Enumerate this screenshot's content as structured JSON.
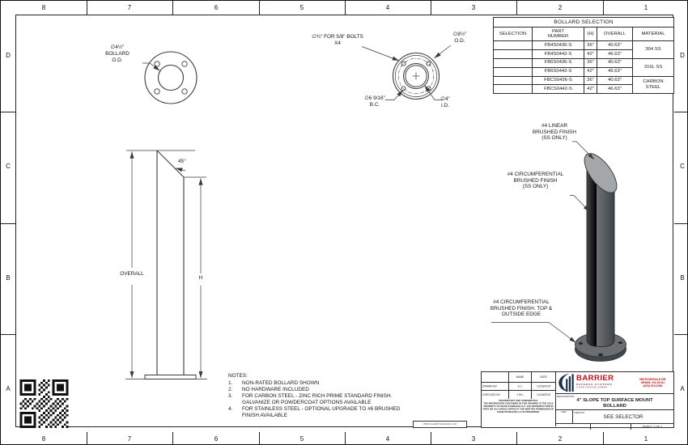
{
  "zones": {
    "cols": [
      "8",
      "7",
      "6",
      "5",
      "4",
      "3",
      "2",
      "1"
    ],
    "rows": [
      "D",
      "C",
      "B",
      "A"
    ]
  },
  "sel": {
    "title": "BOLLARD SELECTION",
    "cols": [
      "SELECTION",
      "PART NUMBER",
      "(H)",
      "OVERALL",
      "MATERIAL"
    ],
    "rows": [
      {
        "part": "FB4S0436-S",
        "h": "36\"",
        "overall": "40.63\""
      },
      {
        "part": "FB4S0442-S",
        "h": "42\"",
        "overall": "46.63\""
      },
      {
        "part": "FB6S0436-S",
        "h": "36\"",
        "overall": "40.63\""
      },
      {
        "part": "FB6S0442-S",
        "h": "42\"",
        "overall": "46.63\""
      },
      {
        "part": "FBCS0436-S",
        "h": "36\"",
        "overall": "40.63\""
      },
      {
        "part": "FBCS0442-S",
        "h": "42\"",
        "overall": "46.63\""
      }
    ],
    "materials": [
      "304 SS",
      "316L SS",
      "CARBON STEEL"
    ]
  },
  "fl": {
    "dim": "∅4½\"",
    "l2": "BOLLARD",
    "l3": "O.D."
  },
  "fr": {
    "b1": "∅¾\" FOR 5/8\" BOLTS",
    "b2": "X4",
    "od1": "∅8½\"",
    "od2": "O.D.",
    "bc1": "∅6 9/16\"",
    "bc2": "B.C.",
    "id1": "∅4\"",
    "id2": "I.D."
  },
  "el": {
    "angle": "45°",
    "overall": "OVERALL",
    "h": "H"
  },
  "iso": {
    "top": [
      "#4 LINEAR",
      "BRUSHED FINISH",
      "(SS ONLY)"
    ],
    "mid": [
      "#4 CIRCUMFERENTIAL",
      "BRUSHED FINISH",
      "(SS ONLY)"
    ],
    "base": [
      "#4 CIRCUMFERENTIAL",
      "BRUSHED FINISH. TOP &",
      "OUTSIDE EDGE"
    ]
  },
  "notes": {
    "title": "NOTES:",
    "items": [
      {
        "num": "1.",
        "text": "NON-RATED BOLLARD SHOWN"
      },
      {
        "num": "2.",
        "text": "NO HARDWARE INCLUDED"
      },
      {
        "num": "3.",
        "text": "FOR CARBON STEEL - ZINC RICH PRIME STANDARD FINISH. GALVANIZE OR POWDERCOAT OPTIONS AVAILABLE"
      },
      {
        "num": "4.",
        "text": "FOR STAINLESS STEEL - OPTIONAL UPGRADE TO #6 BRUSHED FINISH AVAILABLE"
      }
    ]
  },
  "tb": {
    "name_h": "NAME",
    "date_h": "DATE",
    "drawn": "DRAWN BY",
    "drawn_name": "S.J.",
    "drawn_date": "12/18/2019",
    "checked": "CHECKED BY",
    "checked_name": "J.HU.",
    "checked_date": "12/18/2019",
    "prop_title": "PROPRIETARY AND CONFIDENTIAL",
    "prop_body": "THE INFORMATION CONTAINED IN THIS DRAWING IS THE SOLE PROPERTY OF SHAW STAINLESS LLC. ANY REPRODUCTION IN PART OR AS A WHOLE WITHOUT THE WRITTEN PERMISSION OF SHAW STAINLESS LLC IS PROHIBITED.",
    "brand": "BARRIER",
    "brand_sub": "DEFENSE SYSTEMS",
    "brand_tag": "A SHAW STAINLESS COMPANY",
    "addr1": "986 ROSEDALE DR.",
    "addr2": "HIRAM, GA 30141",
    "addr3": "(678) 915-2080",
    "desc_label": "DESCRIPTION:",
    "desc1": "4\" SLOPE TOP SURFACE MOUNT",
    "desc2": "BOLLARD",
    "rev": "REV.",
    "item": "ITEM NO:",
    "item_value": "SEE SELECTOR",
    "sheet": "SHEET 1 OF 1"
  },
  "url": "WWW.SHAWSTAINLESS.COM",
  "colors": {
    "accent_red": "#bb1218",
    "line": "#3a3a3a",
    "bollard_body": "#5c6064",
    "bollard_top": "#a3a7aa"
  }
}
